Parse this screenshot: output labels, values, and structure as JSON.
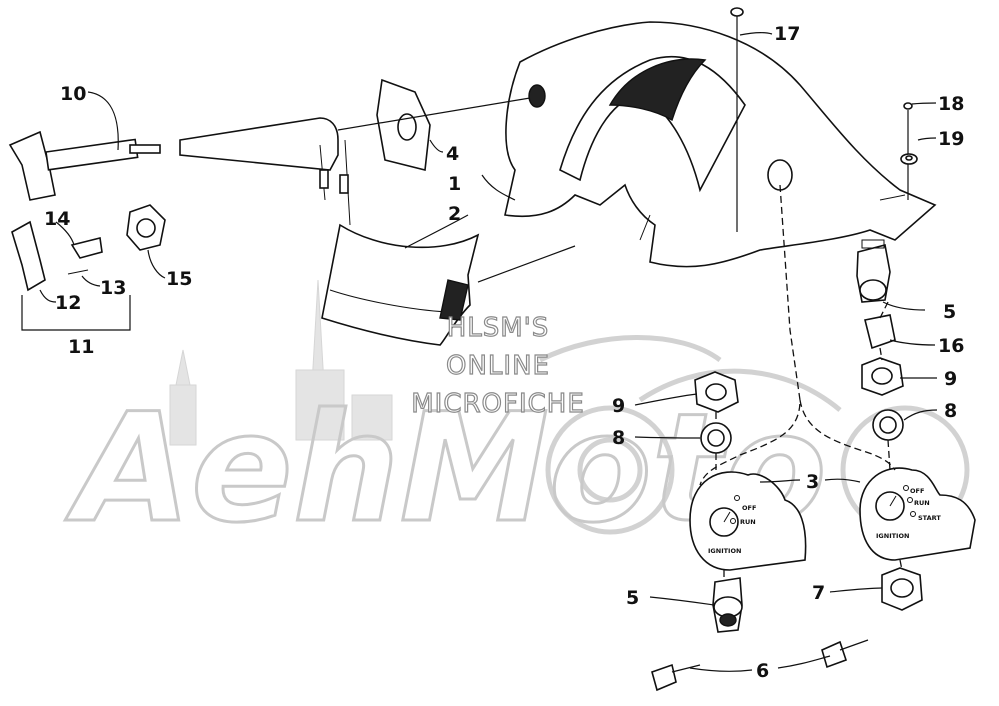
{
  "watermark": {
    "brand": "AehMoto",
    "source_lines": [
      "HLSM'S",
      "ONLINE",
      "MICROFICHE"
    ]
  },
  "callouts": {
    "c1": "1",
    "c2": "2",
    "c3": "3",
    "c4": "4",
    "c5a": "5",
    "c5b": "5",
    "c6": "6",
    "c7": "7",
    "c8a": "8",
    "c8b": "8",
    "c9a": "9",
    "c9b": "9",
    "c10": "10",
    "c11": "11",
    "c12": "12",
    "c13": "13",
    "c14": "14",
    "c15": "15",
    "c16": "16",
    "c17": "17",
    "c18": "18",
    "c19": "19"
  },
  "plate_left": {
    "off": "OFF",
    "run": "RUN",
    "ignition": "IGNITION"
  },
  "plate_right": {
    "off": "OFF",
    "run": "RUN",
    "start": "START",
    "ignition": "IGNITION"
  }
}
